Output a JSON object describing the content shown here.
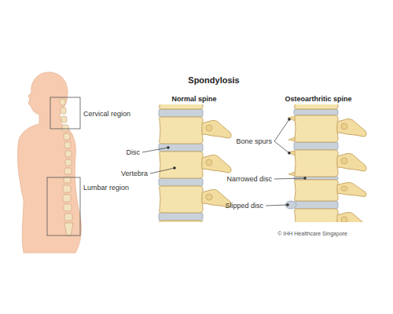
{
  "diagram": {
    "title": "Spondylosis",
    "labels": [
      "Cervical region",
      "Lumbar region",
      "Normal spine",
      "Osteoarthritic spine",
      "Disc",
      "Vertebra",
      "Bone spurs",
      "Narrowed disc",
      "Slipped disc",
      "© IHH Healthcare Singapore"
    ]
  }
}
